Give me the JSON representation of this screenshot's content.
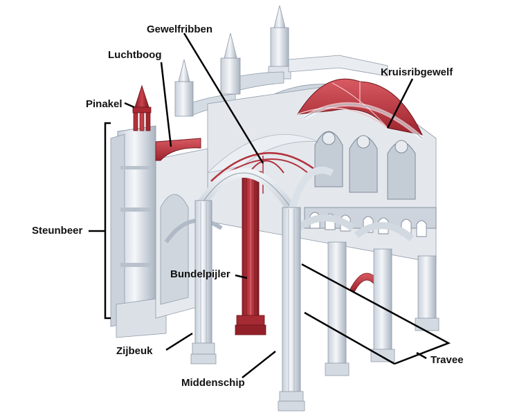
{
  "labels": {
    "gewelfribben": "Gewelfribben",
    "luchtboog": "Luchtboog",
    "kruisribgewelf": "Kruisribgewelf",
    "pinakel": "Pinakel",
    "steunbeer": "Steunbeer",
    "bundelpijler": "Bundelpijler",
    "zijbeuk": "Zijbeuk",
    "middenschip": "Middenschip",
    "travee": "Travee"
  },
  "colors": {
    "highlight": "#b3303a",
    "stone": "#dfe4ea",
    "stone_shadow": "#b9c2cd",
    "stone_edge": "#8e99a8",
    "leader": "#000000"
  }
}
